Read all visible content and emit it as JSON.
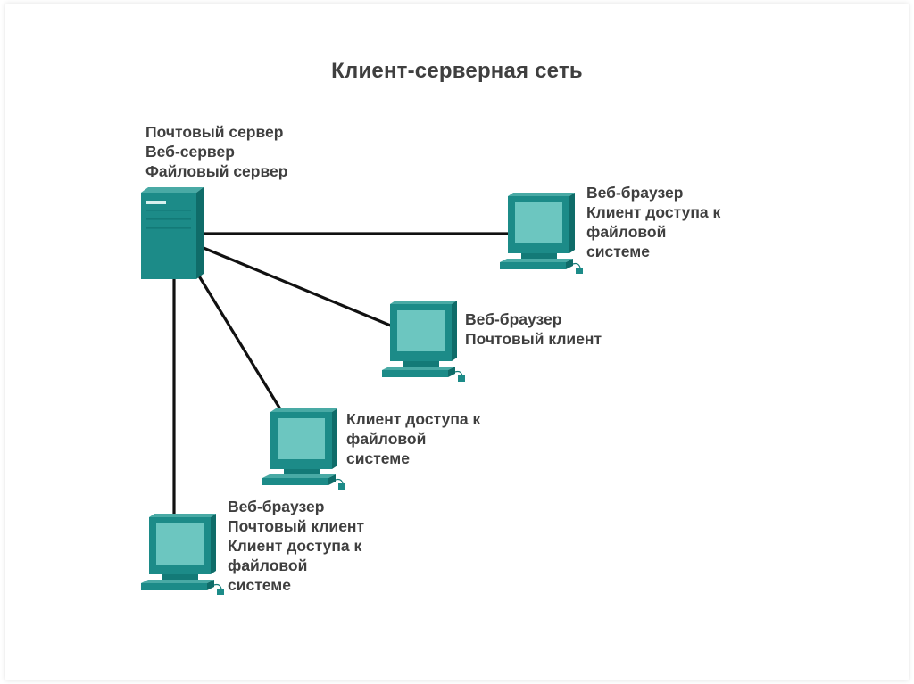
{
  "diagram": {
    "title": "Клиент-серверная сеть",
    "colors": {
      "device": "#1c8b88",
      "device_dark": "#0f6c69",
      "screen": "#6cc6c0",
      "link": "#111111",
      "text": "#3f3f3f"
    },
    "server": {
      "lines": [
        "Почтовый сервер",
        "Веб-сервер",
        "Файловый сервер"
      ]
    },
    "clients": [
      {
        "lines": [
          "Веб-браузер",
          "Клиент доступа к",
          "файловой",
          "системе"
        ]
      },
      {
        "lines": [
          "Веб-браузер",
          "Почтовый клиент"
        ]
      },
      {
        "lines": [
          "Клиент доступа к",
          "файловой",
          "системе"
        ]
      },
      {
        "lines": [
          "Веб-браузер",
          "Почтовый клиент",
          "Клиент доступа к",
          "файловой",
          "системе"
        ]
      }
    ]
  }
}
